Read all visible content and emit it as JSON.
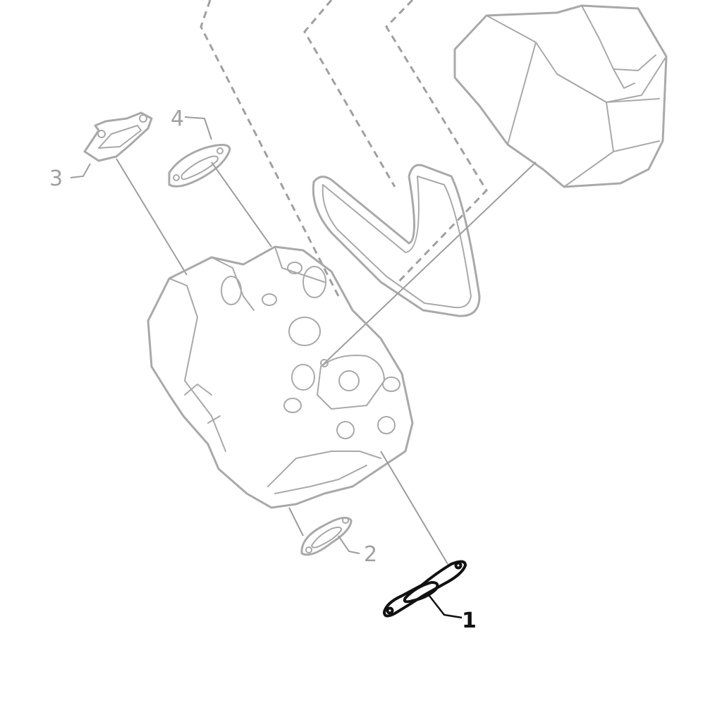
{
  "diagram": {
    "callouts": [
      {
        "id": "1",
        "label": "1",
        "highlighted": true
      },
      {
        "id": "2",
        "label": "2",
        "highlighted": false
      },
      {
        "id": "3",
        "label": "3",
        "highlighted": false
      },
      {
        "id": "4",
        "label": "4",
        "highlighted": false
      }
    ],
    "colors": {
      "highlight": "#111111",
      "faded": "#a9a9a9",
      "background": "#ffffff"
    }
  }
}
